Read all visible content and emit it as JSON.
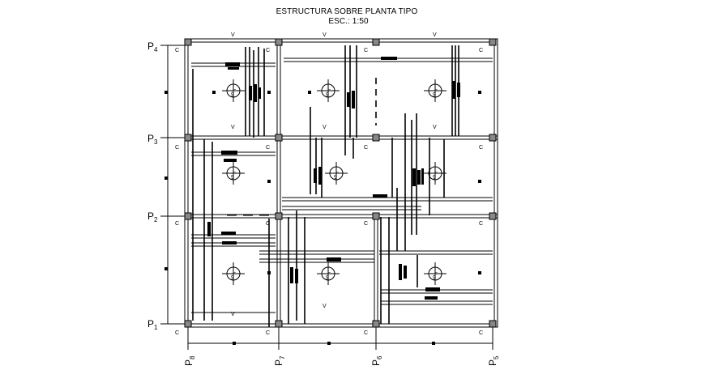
{
  "title": "ESTRUCTURA SOBRE PLANTA TIPO",
  "scale": "ESC.: 1:50",
  "row_axes": [
    {
      "label": "P",
      "sub": "4"
    },
    {
      "label": "P",
      "sub": "3"
    },
    {
      "label": "P",
      "sub": "2"
    },
    {
      "label": "P",
      "sub": "1"
    }
  ],
  "col_axes": [
    {
      "label": "P",
      "sub": "8"
    },
    {
      "label": "P",
      "sub": "7"
    },
    {
      "label": "P",
      "sub": "6"
    },
    {
      "label": "P",
      "sub": "5"
    }
  ],
  "column_tag": "C",
  "beam_tag": "V",
  "slab_tag": "L",
  "slab_sub": "9"
}
